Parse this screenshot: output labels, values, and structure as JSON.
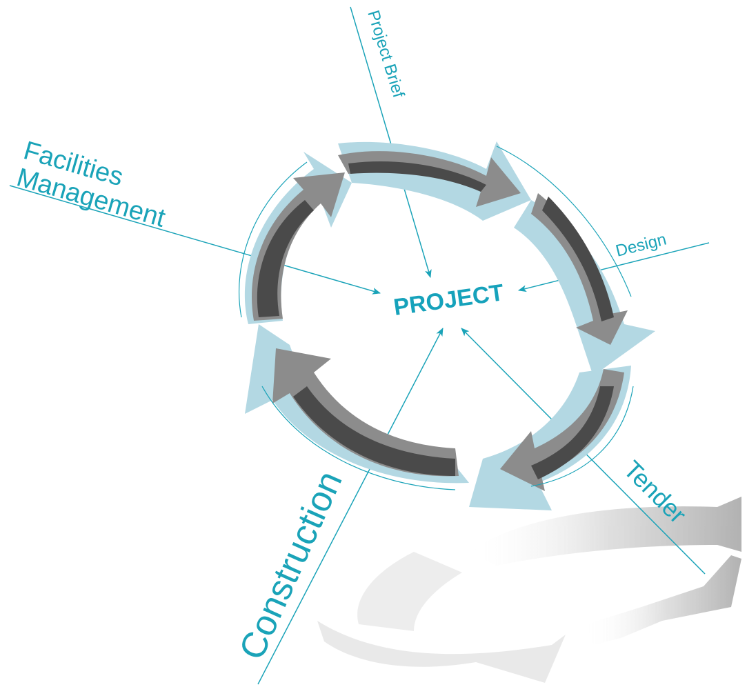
{
  "diagram": {
    "center_label": "PROJECT",
    "stages": [
      {
        "id": "project-brief",
        "label": "Project Brief"
      },
      {
        "id": "design",
        "label": "Design"
      },
      {
        "id": "tender",
        "label": "Tender"
      },
      {
        "id": "construction",
        "label": "Construction"
      },
      {
        "id": "facilities",
        "label_line1": "Facilities",
        "label_line2": "Management"
      }
    ],
    "colors": {
      "accent": "#1aa3b8",
      "light_blue": "#b3d8e3",
      "arrow_mid": "#8c8c8c",
      "arrow_dark": "#4a4a4a",
      "reflection": "#d6d6d6"
    }
  }
}
